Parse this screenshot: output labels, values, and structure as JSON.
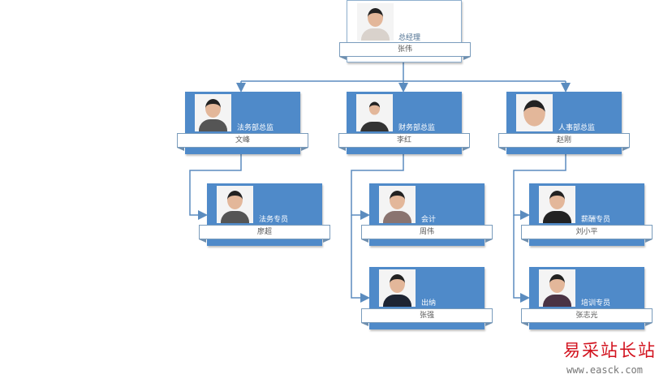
{
  "org_chart": {
    "ceo": {
      "role": "总经理",
      "name": "张伟"
    },
    "directors": [
      {
        "role": "法务部总监",
        "name": "文峰"
      },
      {
        "role": "财务部总监",
        "name": "李红"
      },
      {
        "role": "人事部总监",
        "name": "赵刚"
      }
    ],
    "staff": [
      {
        "role": "法务专员",
        "name": "廖超"
      },
      {
        "role": "会计",
        "name": "周伟"
      },
      {
        "role": "出纳",
        "name": "张强"
      },
      {
        "role": "薪酬专员",
        "name": "刘小平"
      },
      {
        "role": "培训专员",
        "name": "张志光"
      }
    ]
  },
  "watermark": {
    "title": "易采站长站",
    "url": "www.easck.com"
  },
  "colors": {
    "node": "#4f8ac9",
    "connector": "#5b8cbf"
  }
}
